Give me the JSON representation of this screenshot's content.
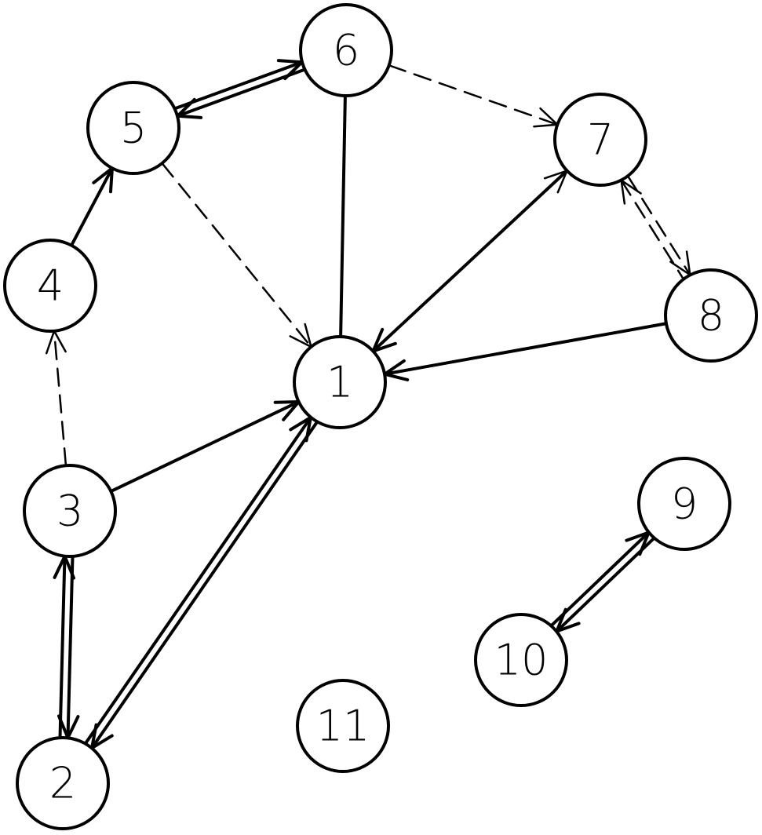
{
  "graph": {
    "nodes": [
      {
        "id": "1",
        "label": "1"
      },
      {
        "id": "2",
        "label": "2"
      },
      {
        "id": "3",
        "label": "3"
      },
      {
        "id": "4",
        "label": "4"
      },
      {
        "id": "5",
        "label": "5"
      },
      {
        "id": "6",
        "label": "6"
      },
      {
        "id": "7",
        "label": "7"
      },
      {
        "id": "8",
        "label": "8"
      },
      {
        "id": "9",
        "label": "9"
      },
      {
        "id": "10",
        "label": "10"
      },
      {
        "id": "11",
        "label": "11"
      }
    ],
    "edges": [
      {
        "from": "5",
        "to": "6",
        "style": "solid",
        "directed": true,
        "bidirectional": true
      },
      {
        "from": "6",
        "to": "7",
        "style": "dashed",
        "directed": true,
        "bidirectional": false
      },
      {
        "from": "6",
        "to": "1",
        "style": "solid",
        "directed": false,
        "bidirectional": false
      },
      {
        "from": "5",
        "to": "1",
        "style": "dashed",
        "directed": true,
        "bidirectional": false
      },
      {
        "from": "4",
        "to": "5",
        "style": "solid",
        "directed": true,
        "bidirectional": false
      },
      {
        "from": "3",
        "to": "4",
        "style": "dashed",
        "directed": true,
        "bidirectional": false
      },
      {
        "from": "3",
        "to": "1",
        "style": "solid",
        "directed": true,
        "bidirectional": false
      },
      {
        "from": "2",
        "to": "3",
        "style": "solid",
        "directed": true,
        "bidirectional": true
      },
      {
        "from": "1",
        "to": "2",
        "style": "solid",
        "directed": true,
        "bidirectional": true
      },
      {
        "from": "7",
        "to": "1",
        "style": "solid",
        "directed": true,
        "bidirectional": false
      },
      {
        "from": "1",
        "to": "7",
        "style": "dashed",
        "directed": true,
        "bidirectional": false
      },
      {
        "from": "7",
        "to": "8",
        "style": "dashed",
        "directed": true,
        "bidirectional": true
      },
      {
        "from": "8",
        "to": "1",
        "style": "solid",
        "directed": true,
        "bidirectional": false
      },
      {
        "from": "9",
        "to": "10",
        "style": "solid",
        "directed": true,
        "bidirectional": true
      }
    ]
  }
}
